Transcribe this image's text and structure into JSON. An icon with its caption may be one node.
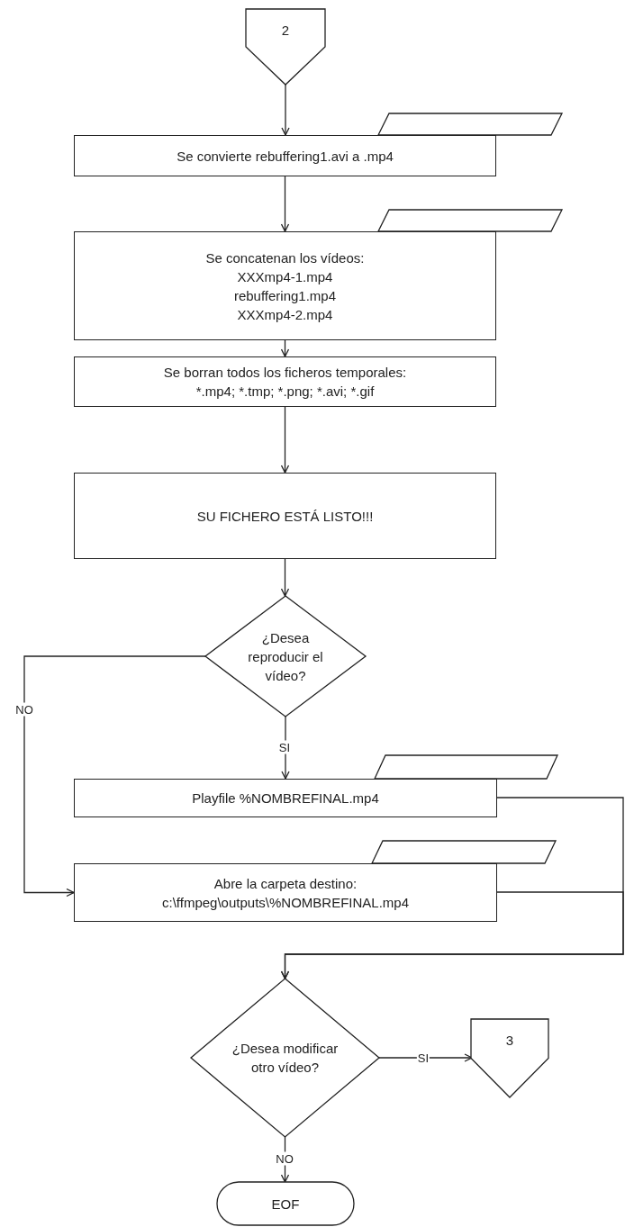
{
  "diagram": {
    "nodes": [
      {
        "text": [
          "2"
        ]
      },
      {
        "text": [],
        "shape": "parallelogram"
      },
      {
        "text": [
          "Se convierte rebuffering1.avi a .mp4"
        ]
      },
      {
        "text": [],
        "shape": "parallelogram"
      },
      {
        "text": [
          "Se concatenan los vídeos:",
          "XXXmp4-1.mp4",
          "rebuffering1.mp4",
          "XXXmp4-2.mp4"
        ]
      },
      {
        "text": [
          "Se borran todos los ficheros temporales:",
          "*.mp4; *.tmp; *.png; *.avi; *.gif"
        ]
      },
      {
        "text": [
          "SU FICHERO ESTÁ LISTO!!!"
        ]
      },
      {
        "text": [
          "¿Desea reproducir el vídeo?"
        ]
      },
      {
        "text": [],
        "shape": "parallelogram"
      },
      {
        "text": [
          "Playfile %NOMBREFINAL.mp4"
        ]
      },
      {
        "text": [],
        "shape": "parallelogram"
      },
      {
        "text": [
          "Abre la carpeta destino:",
          "c:\\ffmpeg\\outputs\\%NOMBREFINAL.mp4"
        ]
      },
      {
        "text": [
          "¿Desea modificar otro vídeo?"
        ]
      },
      {
        "text": [
          "3"
        ]
      },
      {
        "text": [
          "EOF"
        ]
      }
    ],
    "edges": [
      {
        "from": 0,
        "to": 2,
        "arrow": "to"
      },
      {
        "from": 2,
        "to": 4,
        "arrow": "to"
      },
      {
        "from": 4,
        "to": 5,
        "arrow": "to"
      },
      {
        "from": 5,
        "to": 6,
        "arrow": "to"
      },
      {
        "from": 6,
        "to": 7,
        "arrow": "to"
      },
      {
        "from": 7,
        "to": 9,
        "arrow": "to",
        "label": "SI"
      },
      {
        "from": 7,
        "to": 11,
        "arrow": "to",
        "label": "NO"
      },
      {
        "from": 9,
        "to": 12,
        "arrow": "to"
      },
      {
        "from": 11,
        "to": 12,
        "arrow": "to"
      },
      {
        "from": 12,
        "to": 13,
        "arrow": "to",
        "label": "SI"
      },
      {
        "from": 12,
        "to": 14,
        "arrow": "to",
        "label": "NO"
      }
    ]
  }
}
